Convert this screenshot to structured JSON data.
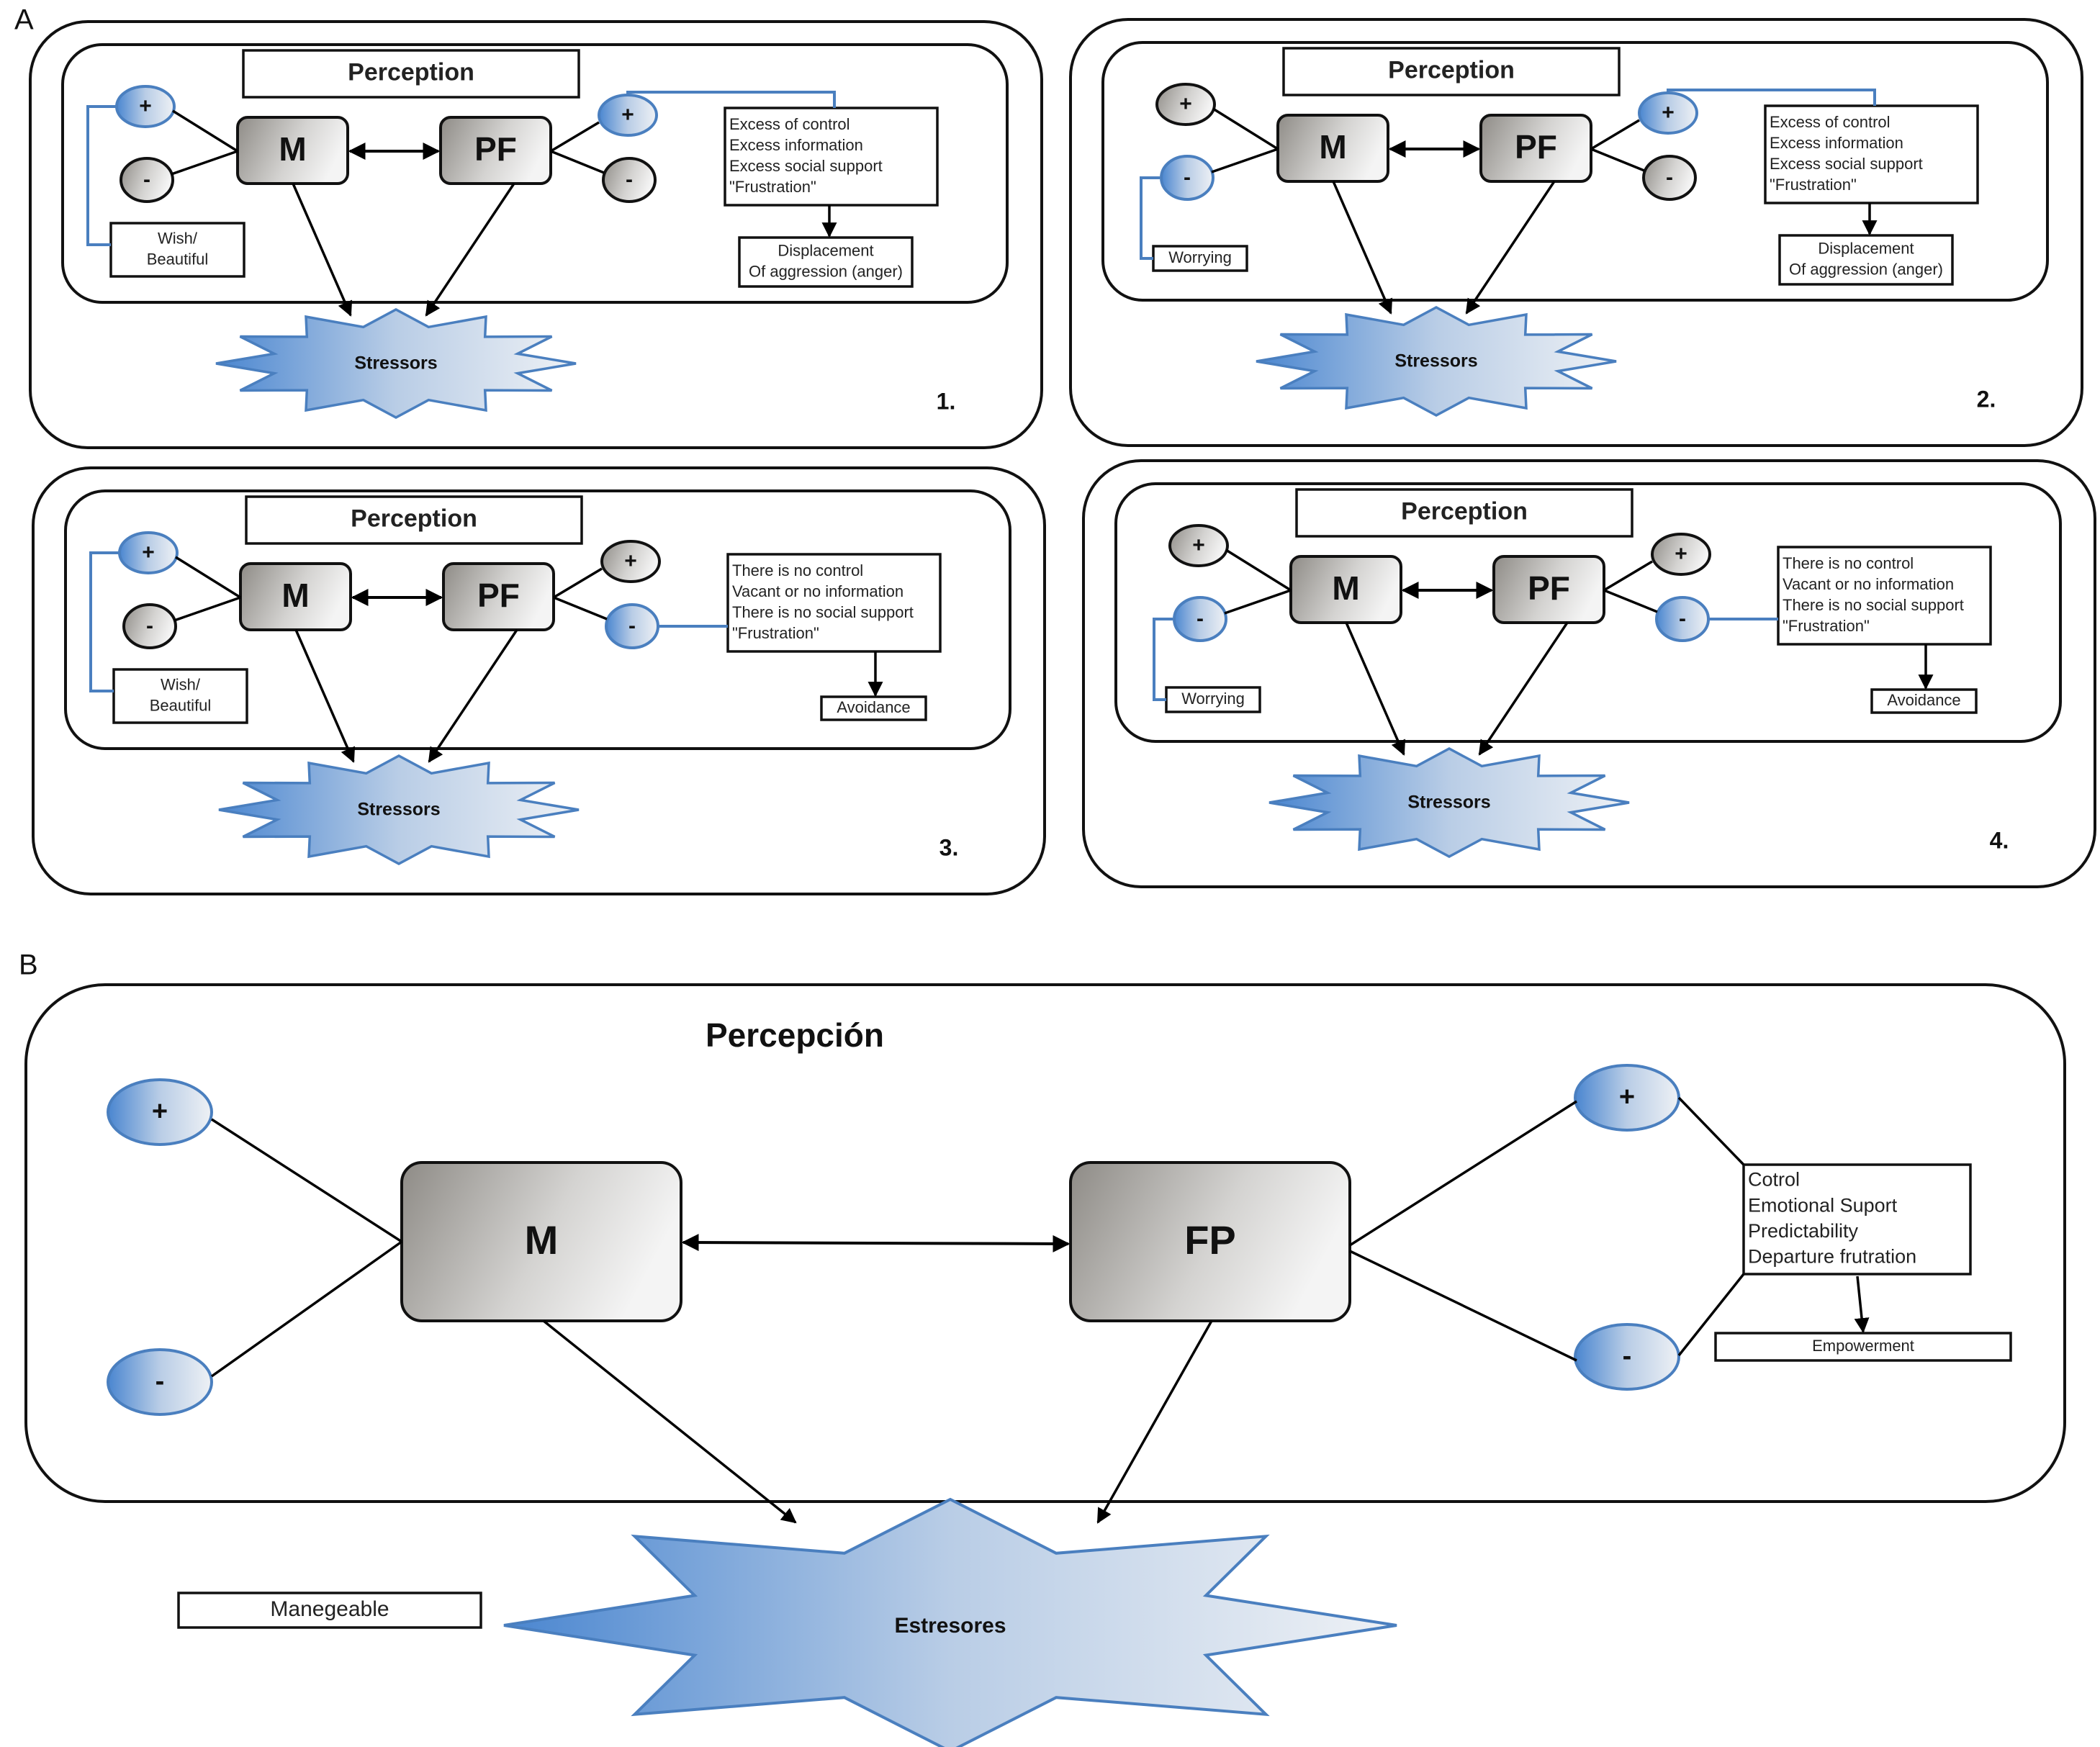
{
  "figure": {
    "panel_a_label": "A",
    "panel_b_label": "B",
    "colors": {
      "blue_stroke": "#4a7fbf",
      "blue_fill_dark": "#4a86d0",
      "blue_fill_light": "#eef1f5",
      "gray_dark": "#8e8b86",
      "gray_light": "#f2f2f2"
    }
  },
  "panels": [
    {
      "number": "1.",
      "title": "Perception",
      "m_label": "M",
      "pf_label": "PF",
      "m_plus": "+",
      "m_minus": "-",
      "pf_plus": "+",
      "pf_minus": "-",
      "m_highlight": "plus",
      "pf_highlight": "plus",
      "m_note": [
        "Wish/",
        "Beautiful"
      ],
      "pf_note": [
        "Excess of control",
        "Excess information",
        "Excess social support",
        "\"Frustration\""
      ],
      "outcome": [
        "Displacement",
        "Of aggression (anger)"
      ],
      "stressors": "Stressors"
    },
    {
      "number": "2.",
      "title": "Perception",
      "m_label": "M",
      "pf_label": "PF",
      "m_plus": "+",
      "m_minus": "-",
      "pf_plus": "+",
      "pf_minus": "-",
      "m_highlight": "minus",
      "pf_highlight": "plus",
      "m_note": [
        "Worrying"
      ],
      "pf_note": [
        "Excess of control",
        "Excess information",
        "Excess social support",
        "\"Frustration\""
      ],
      "outcome": [
        "Displacement",
        "Of aggression (anger)"
      ],
      "stressors": "Stressors"
    },
    {
      "number": "3.",
      "title": "Perception",
      "m_label": "M",
      "pf_label": "PF",
      "m_plus": "+",
      "m_minus": "-",
      "pf_plus": "+",
      "pf_minus": "-",
      "m_highlight": "plus",
      "pf_highlight": "minus",
      "m_note": [
        "Wish/",
        "Beautiful"
      ],
      "pf_note": [
        "There is no control",
        "Vacant or no information",
        "There is no social support",
        "\"Frustration\""
      ],
      "outcome": [
        "Avoidance"
      ],
      "stressors": "Stressors"
    },
    {
      "number": "4.",
      "title": "Perception",
      "m_label": "M",
      "pf_label": "PF",
      "m_plus": "+",
      "m_minus": "-",
      "pf_plus": "+",
      "pf_minus": "-",
      "m_highlight": "minus",
      "pf_highlight": "minus",
      "m_note": [
        "Worrying"
      ],
      "pf_note": [
        "There is no control",
        "Vacant or no information",
        "There is no social support",
        "\"Frustration\""
      ],
      "outcome": [
        "Avoidance"
      ],
      "stressors": "Stressors"
    }
  ],
  "panel_b": {
    "title": "Percepción",
    "m_label": "M",
    "fp_label": "FP",
    "m_plus": "+",
    "m_minus": "-",
    "fp_plus": "+",
    "fp_minus": "-",
    "fp_note": [
      "Cotrol",
      "Emotional Suport",
      "Predictability",
      "Departure frutration"
    ],
    "outcome": "Empowerment",
    "side_note": "Manegeable",
    "stressors": "Estresores"
  }
}
